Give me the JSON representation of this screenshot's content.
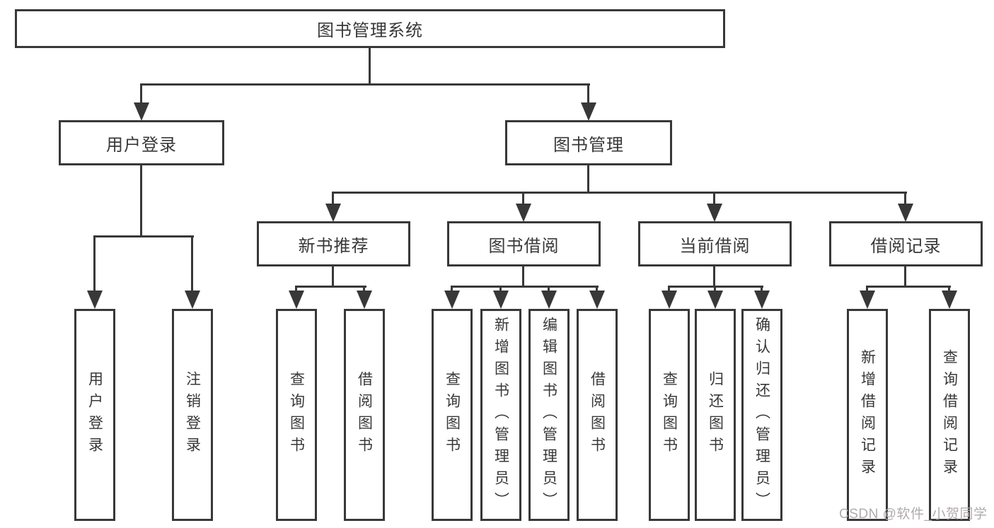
{
  "diagram": {
    "root": "图书管理系统",
    "login": {
      "label": "用户登录",
      "children": [
        "用户登录",
        "注销登录"
      ]
    },
    "management": {
      "label": "图书管理"
    },
    "sections": [
      {
        "label": "新书推荐",
        "children": [
          "查询图书",
          "借阅图书"
        ]
      },
      {
        "label": "图书借阅",
        "children": [
          "查询图书",
          "新增图书（管理员）",
          "编辑图书（管理员）",
          "借阅图书"
        ]
      },
      {
        "label": "当前借阅",
        "children": [
          "查询图书",
          "归还图书",
          "确认归还（管理员）"
        ]
      },
      {
        "label": "借阅记录",
        "children": [
          "新增借阅记录",
          "查询借阅记录"
        ]
      }
    ]
  },
  "watermark": "CSDN @软件_小贺同学",
  "colors": {
    "line": "#383838",
    "text": "#383838",
    "watermark": "#b2abad",
    "background": "#ffffff"
  }
}
